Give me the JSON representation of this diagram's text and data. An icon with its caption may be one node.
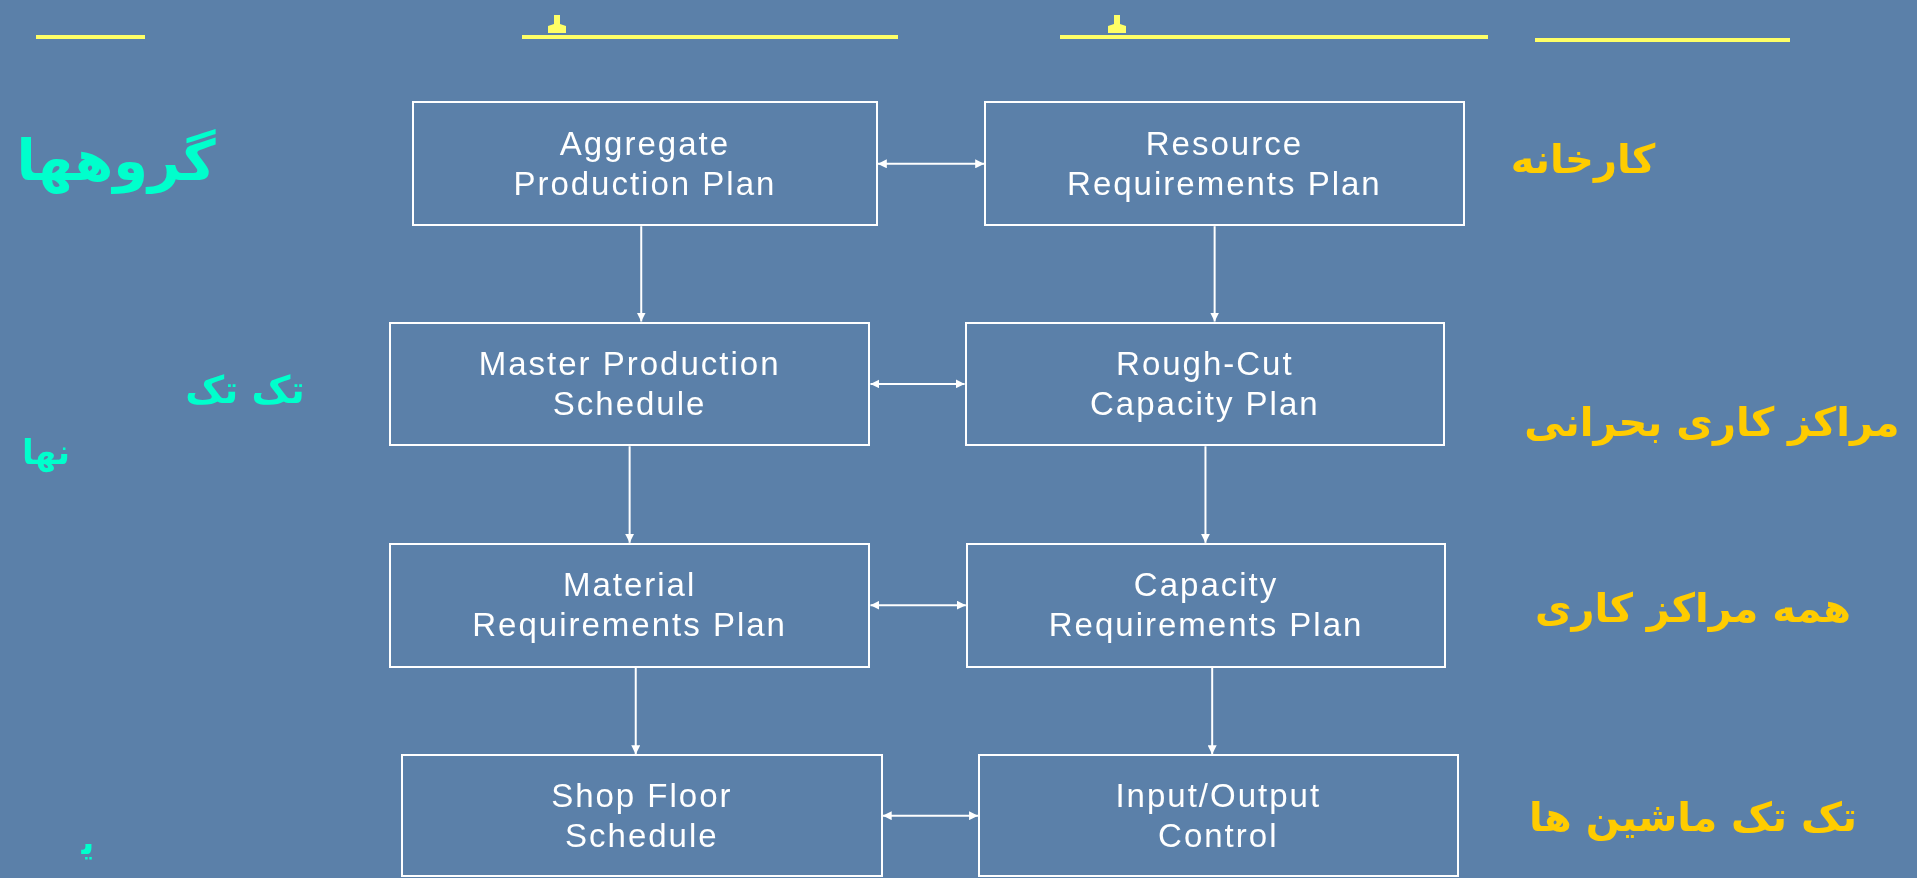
{
  "diagram": {
    "nodes": [
      {
        "text": [
          "Aggregate Production Plan"
        ]
      },
      {
        "text": [
          "Resource Requirements Plan"
        ]
      },
      {
        "text": [
          "Master Production Schedule"
        ]
      },
      {
        "text": [
          "Rough-Cut Capacity Plan"
        ]
      },
      {
        "text": [
          "Material Requirements Plan"
        ]
      },
      {
        "text": [
          "Capacity Requirements Plan"
        ]
      },
      {
        "text": [
          "Shop Floor Schedule"
        ]
      },
      {
        "text": [
          "Input/Output Control"
        ]
      }
    ],
    "edges": [
      {
        "from": 0,
        "to": 1,
        "arrow": "both"
      },
      {
        "from": 0,
        "to": 2,
        "arrow": "to"
      },
      {
        "from": 1,
        "to": 3,
        "arrow": "to"
      },
      {
        "from": 2,
        "to": 3,
        "arrow": "both"
      },
      {
        "from": 2,
        "to": 4,
        "arrow": "to"
      },
      {
        "from": 3,
        "to": 5,
        "arrow": "to"
      },
      {
        "from": 4,
        "to": 5,
        "arrow": "both"
      },
      {
        "from": 4,
        "to": 6,
        "arrow": "to"
      },
      {
        "from": 5,
        "to": 7,
        "arrow": "to"
      },
      {
        "from": 6,
        "to": 7,
        "arrow": "both"
      }
    ],
    "labels": [
      "گروهها",
      "کارخانه",
      "تک تک",
      "مراکز کاری بحرانی",
      "نها",
      "همه مراکز کاری",
      "ﯾ",
      "تک تک ماشین ها"
    ]
  }
}
